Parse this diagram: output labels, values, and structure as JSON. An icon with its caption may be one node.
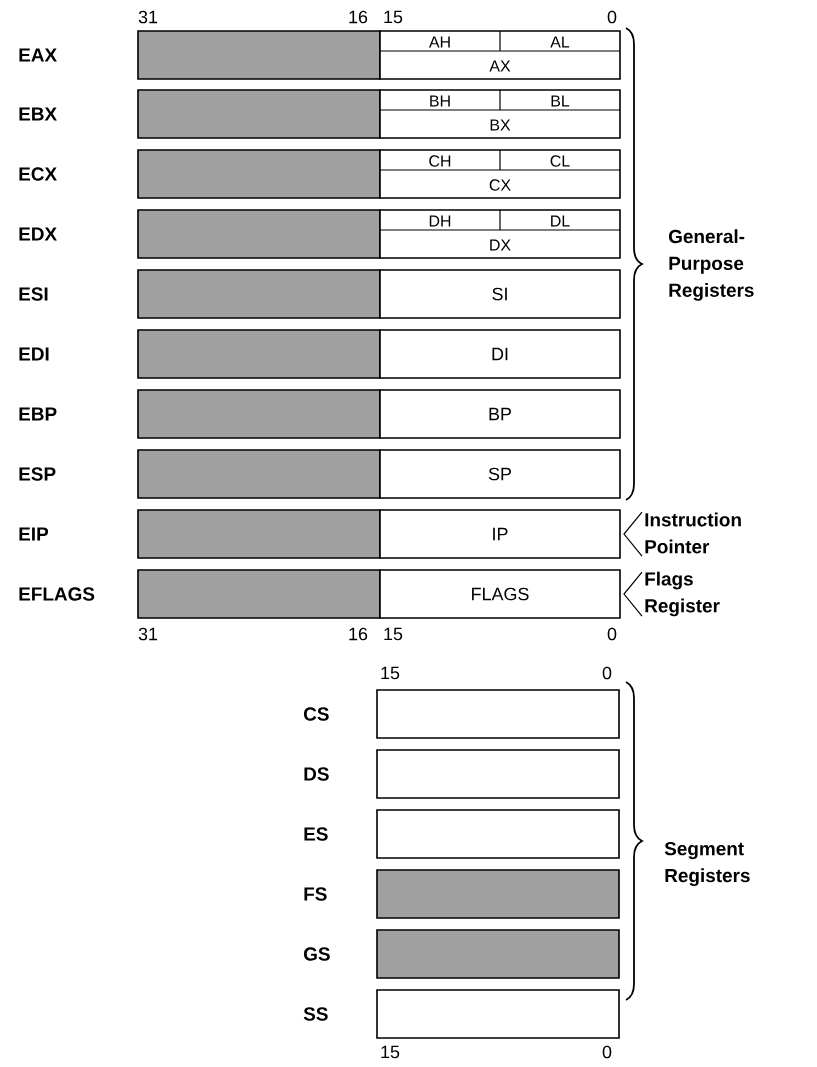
{
  "diagram": {
    "nodes": [
      {
        "text": [],
        "shape": "box"
      },
      {
        "text": [
          "AH",
          "AL",
          "AX"
        ]
      },
      {
        "text": [],
        "shape": "box"
      },
      {
        "text": [
          "BH",
          "BL",
          "BX"
        ]
      },
      {
        "text": [],
        "shape": "box"
      },
      {
        "text": [
          "CH",
          "CL",
          "CX"
        ]
      },
      {
        "text": [],
        "shape": "box"
      },
      {
        "text": [
          "DH",
          "DL",
          "DX"
        ]
      },
      {
        "text": [],
        "shape": "box"
      },
      {
        "text": [
          "SI"
        ]
      },
      {
        "text": [],
        "shape": "box"
      },
      {
        "text": [
          "DI"
        ]
      },
      {
        "text": [],
        "shape": "box"
      },
      {
        "text": [
          "BP"
        ]
      },
      {
        "text": [],
        "shape": "box"
      },
      {
        "text": [
          "SP"
        ]
      },
      {
        "text": [],
        "shape": "box"
      },
      {
        "text": [
          "IP"
        ]
      },
      {
        "text": [],
        "shape": "box"
      },
      {
        "text": [
          "FLAGS"
        ]
      },
      {
        "text": [],
        "shape": "box"
      },
      {
        "text": [],
        "shape": "box"
      },
      {
        "text": [],
        "shape": "box"
      },
      {
        "text": [],
        "shape": "box"
      },
      {
        "text": [],
        "shape": "box"
      },
      {
        "text": [],
        "shape": "box"
      }
    ],
    "labels": [
      "31",
      "16",
      "15",
      "0",
      "EAX",
      "EBX",
      "ECX",
      "EDX",
      "ESI",
      "EDI",
      "EBP",
      "ESP",
      "General-Purpose Registers",
      "EIP",
      "Instruction Pointer",
      "EFLAGS",
      "Flags Register",
      "31",
      "16",
      "15",
      "0",
      "15",
      "0",
      "CS",
      "DS",
      "ES",
      "Segment Registers",
      "FS",
      "GS",
      "SS",
      "15",
      "0"
    ]
  }
}
